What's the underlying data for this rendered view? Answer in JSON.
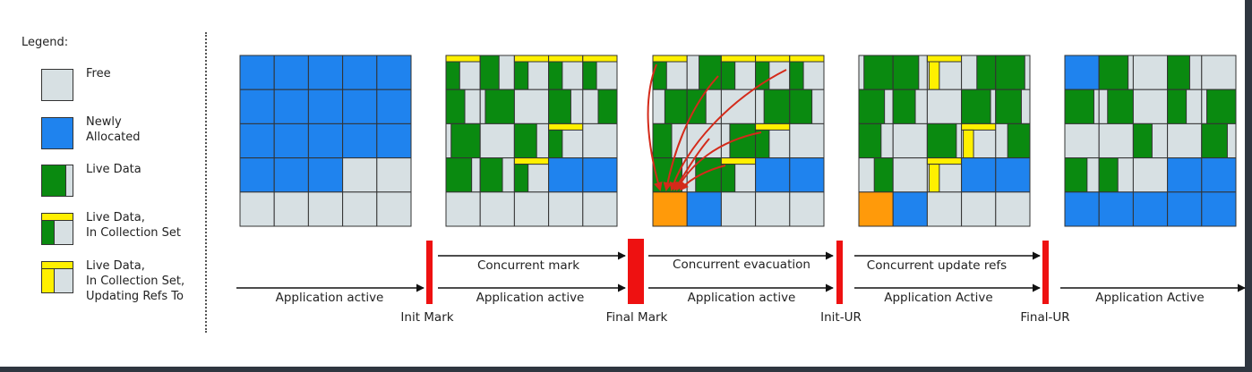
{
  "colors": {
    "free": "#d7e0e3",
    "new": "#1f83ee",
    "live": "#0a8a10",
    "cset": "#fff000",
    "evac": "#ff9a0a",
    "arrow": "#d42a1a",
    "phase_bar": "#ee1111",
    "grid_line": "#333333"
  },
  "legend": {
    "title": "Legend:",
    "items": [
      {
        "kind": "free",
        "label": "Free"
      },
      {
        "kind": "new",
        "label": "Newly\nAllocated"
      },
      {
        "kind": "live",
        "label": "Live Data"
      },
      {
        "kind": "cset",
        "label": "Live Data,\nIn Collection Set"
      },
      {
        "kind": "update",
        "label": "Live Data,\nIn Collection Set,\nUpdating Refs To"
      }
    ]
  },
  "heaps": [
    {
      "name": "heap-1",
      "rows": [
        [
          "N",
          "N",
          "N",
          "N",
          "N"
        ],
        [
          "N",
          "N",
          "N",
          "N",
          "N"
        ],
        [
          "N",
          "N",
          "N",
          "N",
          "N"
        ],
        [
          "N",
          "N",
          "N",
          "F",
          "F"
        ],
        [
          "F",
          "F",
          "F",
          "F",
          "F"
        ]
      ]
    },
    {
      "name": "heap-2",
      "rows": [
        [
          "C",
          "L",
          "C",
          "C",
          "C"
        ],
        [
          "L",
          "L",
          "F",
          "L",
          "L"
        ],
        [
          "L",
          "F",
          "L",
          "C",
          "F"
        ],
        [
          "L",
          "L",
          "C",
          "N",
          "N"
        ],
        [
          "F",
          "F",
          "F",
          "F",
          "F"
        ]
      ]
    },
    {
      "name": "heap-3",
      "rows": [
        [
          "C",
          "L",
          "C",
          "C",
          "C"
        ],
        [
          "L",
          "L",
          "F",
          "L",
          "L"
        ],
        [
          "L",
          "F",
          "L",
          "C",
          "F"
        ],
        [
          "L",
          "L",
          "C",
          "N",
          "N"
        ],
        [
          "O",
          "N",
          "F",
          "F",
          "F"
        ]
      ]
    },
    {
      "name": "heap-4",
      "rows": [
        [
          "L",
          "L",
          "U",
          "L",
          "L"
        ],
        [
          "L",
          "L",
          "F",
          "L",
          "L"
        ],
        [
          "L",
          "F",
          "L",
          "U",
          "L"
        ],
        [
          "L",
          "F",
          "U",
          "N",
          "N"
        ],
        [
          "O",
          "N",
          "F",
          "F",
          "F"
        ]
      ]
    },
    {
      "name": "heap-5",
      "rows": [
        [
          "N",
          "L",
          "F",
          "L",
          "F"
        ],
        [
          "L",
          "L",
          "F",
          "L",
          "L"
        ],
        [
          "F",
          "F",
          "L",
          "F",
          "L"
        ],
        [
          "L",
          "L",
          "F",
          "N",
          "N"
        ],
        [
          "N",
          "N",
          "N",
          "N",
          "N"
        ]
      ]
    }
  ],
  "phases": [
    {
      "name": "init-mark",
      "label": "Init Mark"
    },
    {
      "name": "final-mark",
      "label": "Final Mark"
    },
    {
      "name": "init-ur",
      "label": "Init-UR"
    },
    {
      "name": "final-ur",
      "label": "Final-UR"
    }
  ],
  "app_labels": [
    "Application active",
    "Application active",
    "Application active",
    "Application Active",
    "Application Active"
  ],
  "concurrent_labels": [
    "Concurrent mark",
    "Concurrent evacuation",
    "Concurrent update refs"
  ]
}
